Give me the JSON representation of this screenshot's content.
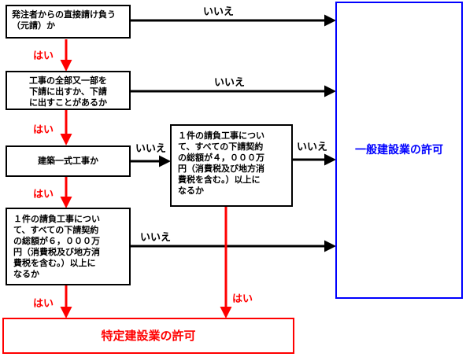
{
  "boxes": {
    "q1": [
      "発注者からの直接請け負う",
      "（元請）か"
    ],
    "q2": [
      "工事の全部又一部を",
      "下請に出すか、下請",
      "に出すことがあるか"
    ],
    "q3": [
      "建築一式工事か"
    ],
    "q4": [
      "１件の請負工事につい",
      "て、すべての下請契約",
      "の総額が４，０００万",
      "円（消費税及び地方消",
      "費税を含む。）以上に",
      "なるか"
    ],
    "q5": [
      "１件の請負工事につい",
      "て、すべての下請契約",
      "の総額が６，０００万",
      "円（消費税及び地方消",
      "費税を含む。）以上に",
      "なるか"
    ]
  },
  "results": {
    "general": "一般建設業の許可",
    "special": "特定建設業の許可"
  },
  "labels": {
    "yes": "はい",
    "no": "いいえ"
  },
  "colors": {
    "yes_arrow": "#ff0000",
    "no_arrow": "#000000",
    "general": "#0000ff",
    "special": "#ff0000"
  }
}
